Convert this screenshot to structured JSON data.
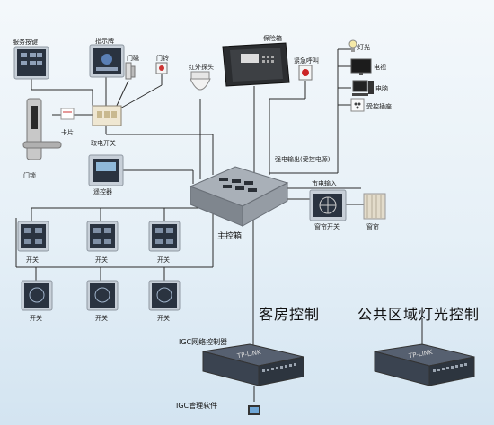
{
  "labels": {
    "service_button": "服务按键",
    "indicator_panel": "指示牌",
    "door_magnet": "门磁",
    "doorbell": "门铃",
    "ir_probe": "红外探头",
    "safe": "保险箱",
    "emergency_call": "紧急呼叫",
    "lamp": "灯光",
    "tv": "电视",
    "computer": "电脑",
    "socket": "受控插座",
    "card": "卡片",
    "door_lock": "门锁",
    "power_switch": "取电开关",
    "remote": "遥控器",
    "strong_power_output": "强电输出(受控电源)",
    "mains_input": "市电输入",
    "curtain_switch": "窗帘开关",
    "curtain": "窗帘",
    "main_box": "主控箱",
    "switch": "开关",
    "room_control": "客房控制",
    "public_lighting": "公共区域灯光控制",
    "igc_controller": "IGC网络控制器",
    "igc_software": "IGC管理软件",
    "network_brand": "TP-LINK"
  },
  "colors": {
    "line": "#2b2b2b",
    "panel_dark": "#2a3340",
    "panel_frame": "#b9c2cc",
    "box_gray": "#8d949c",
    "switch_body": "#3a4350"
  }
}
